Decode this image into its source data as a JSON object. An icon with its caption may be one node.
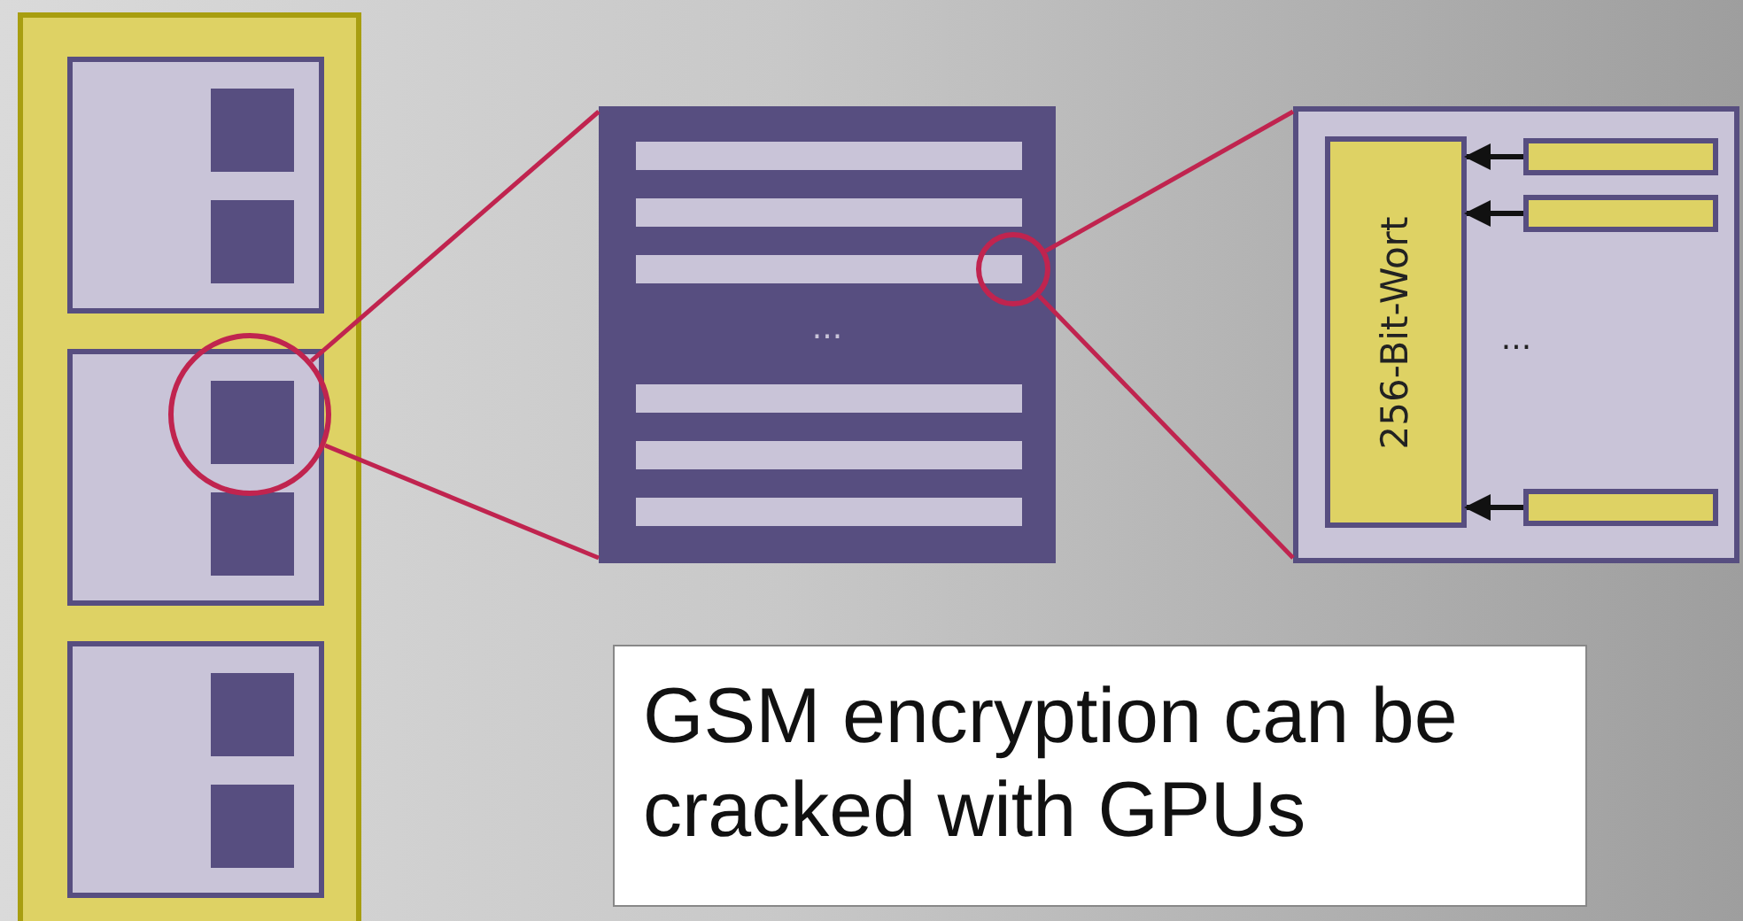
{
  "diagram": {
    "nodes": [
      {
        "text": [],
        "shape": "circle"
      },
      {
        "text": [
          "..."
        ]
      },
      {
        "text": [],
        "shape": "circle",
        "in": 1
      },
      {
        "text": [
          "..."
        ]
      },
      {
        "text": [
          "256-Bit-Wort"
        ],
        "in": 3
      },
      {
        "text": [],
        "shape": "bar",
        "in": 3
      },
      {
        "text": [],
        "shape": "bar",
        "in": 3
      },
      {
        "text": [],
        "shape": "bar",
        "in": 3
      },
      {
        "text": [
          "GSM encryption can be cracked with GPUs"
        ]
      }
    ],
    "edges": [
      {
        "from": 0,
        "to": 1,
        "arrow": "none",
        "color": "#c0244f"
      },
      {
        "from": 0,
        "to": 1,
        "arrow": "none",
        "color": "#c0244f"
      },
      {
        "from": 2,
        "to": 3,
        "arrow": "none",
        "color": "#c0244f"
      },
      {
        "from": 2,
        "to": 3,
        "arrow": "none",
        "color": "#c0244f"
      },
      {
        "from": 5,
        "to": 4,
        "arrow": "to",
        "color": "#111111"
      },
      {
        "from": 6,
        "to": 4,
        "arrow": "to",
        "color": "#111111"
      },
      {
        "from": 7,
        "to": 4,
        "arrow": "to",
        "color": "#111111"
      }
    ]
  }
}
